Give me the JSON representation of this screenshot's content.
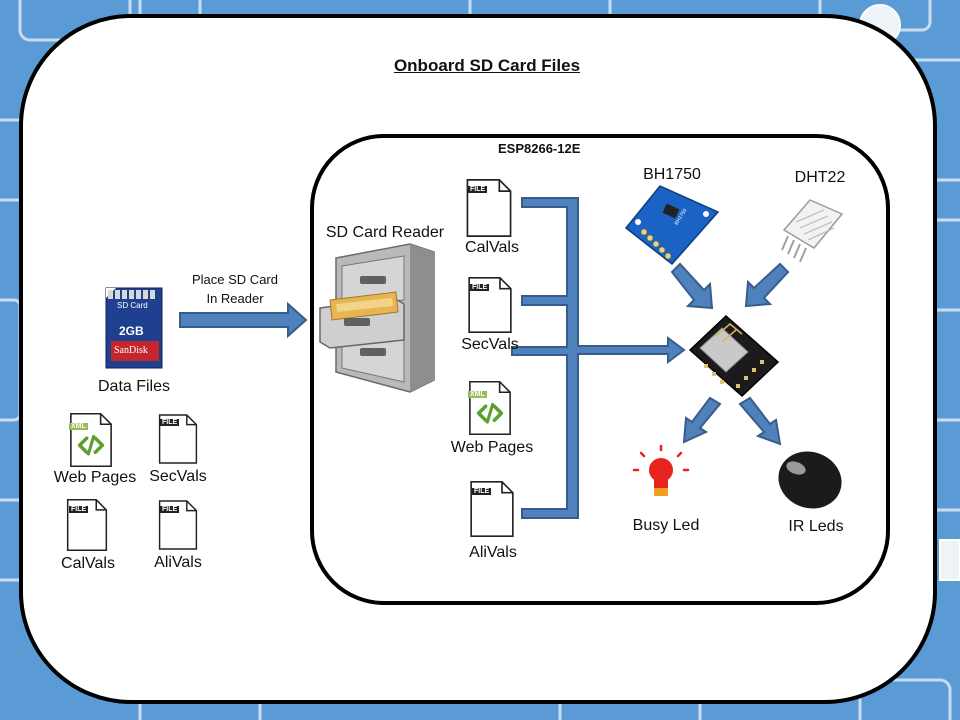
{
  "title": "Onboard  SD Card Files",
  "esp_title": "ESP8266-12E",
  "sd_card": {
    "brand_line": "SD Card",
    "capacity": "2GB",
    "logo": "SanDisk",
    "label": "Data Files"
  },
  "place_arrow": {
    "line1": "Place SD Card",
    "line2": "In Reader"
  },
  "reader": {
    "label": "SD Card Reader"
  },
  "data_files": [
    {
      "label": "Web Pages",
      "type": "XML"
    },
    {
      "label": "SecVals",
      "type": "FILE"
    },
    {
      "label": "CalVals",
      "type": "FILE"
    },
    {
      "label": "AliVals",
      "type": "FILE"
    }
  ],
  "esp_files": [
    {
      "label": "CalVals",
      "type": "FILE"
    },
    {
      "label": "SecVals",
      "type": "FILE"
    },
    {
      "label": "Web Pages",
      "type": "XML"
    },
    {
      "label": "AliVals",
      "type": "FILE"
    }
  ],
  "sensors": [
    {
      "label": "BH1750",
      "chip_text": "BH1750"
    },
    {
      "label": "DHT22"
    }
  ],
  "outputs": [
    {
      "label": "Busy Led"
    },
    {
      "label": "IR Leds"
    }
  ],
  "icon_badges": {
    "file": "FILE",
    "xml": "XML"
  },
  "colors": {
    "background": "#5b9bd5",
    "arrow": "#4f81bd",
    "arrow_stroke": "#385d8a",
    "panel": "#ffffff",
    "outline": "#000000"
  }
}
